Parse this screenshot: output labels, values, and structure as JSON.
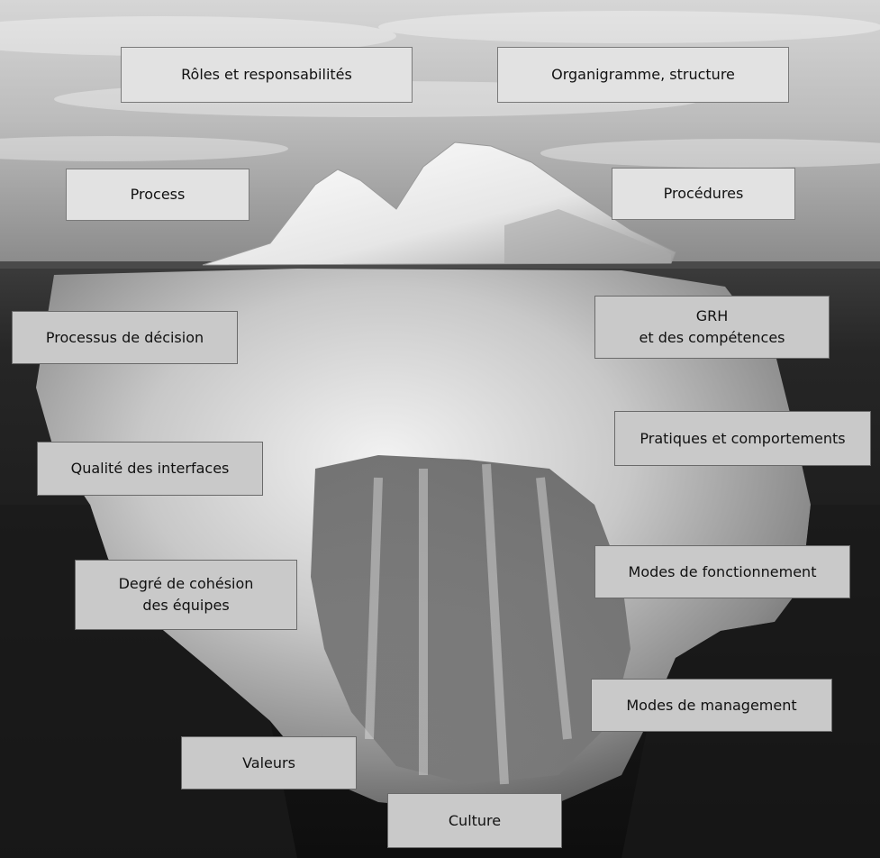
{
  "colors": {
    "sky_top": "#cfcfcf",
    "sky_bottom": "#8c8c8c",
    "water_deep": "#151515",
    "ice_light": "#f4f4f4",
    "ice_shadow": "#7d7d7d",
    "box_fill_above": "#e2e2e2",
    "box_fill_below": "#c9c9c9"
  },
  "above_water": {
    "roles": "Rôles et responsabilités",
    "organigramme": "Organigramme, structure",
    "process": "Process",
    "procedures": "Procédures"
  },
  "below_water": {
    "processus_decision": "Processus de décision",
    "grh": "GRH\net des compétences",
    "pratiques": "Pratiques et comportements",
    "qualite": "Qualité des interfaces",
    "modes_fonctionnement": "Modes de fonctionnement",
    "cohesion": "Degré de cohésion\ndes équipes",
    "modes_management": "Modes de management",
    "valeurs": "Valeurs",
    "culture": "Culture"
  }
}
